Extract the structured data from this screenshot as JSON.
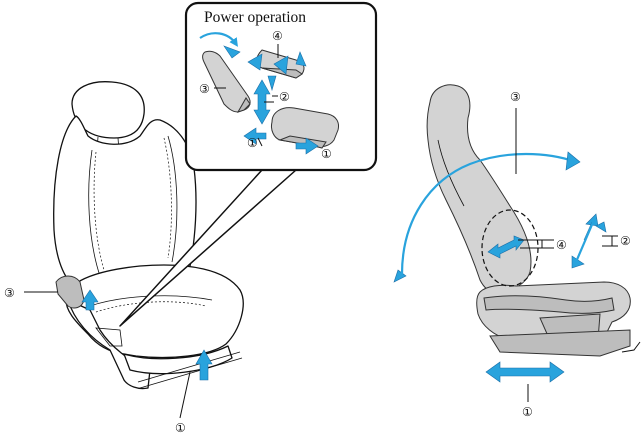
{
  "inset": {
    "title": "Power operation"
  },
  "labels": {
    "one": "①",
    "two": "②",
    "three": "③",
    "four": "④"
  },
  "colors": {
    "arrow": "#29a3dd",
    "arrow_edge": "#1b6fa8",
    "seat_shade": "#d3d3d3"
  }
}
